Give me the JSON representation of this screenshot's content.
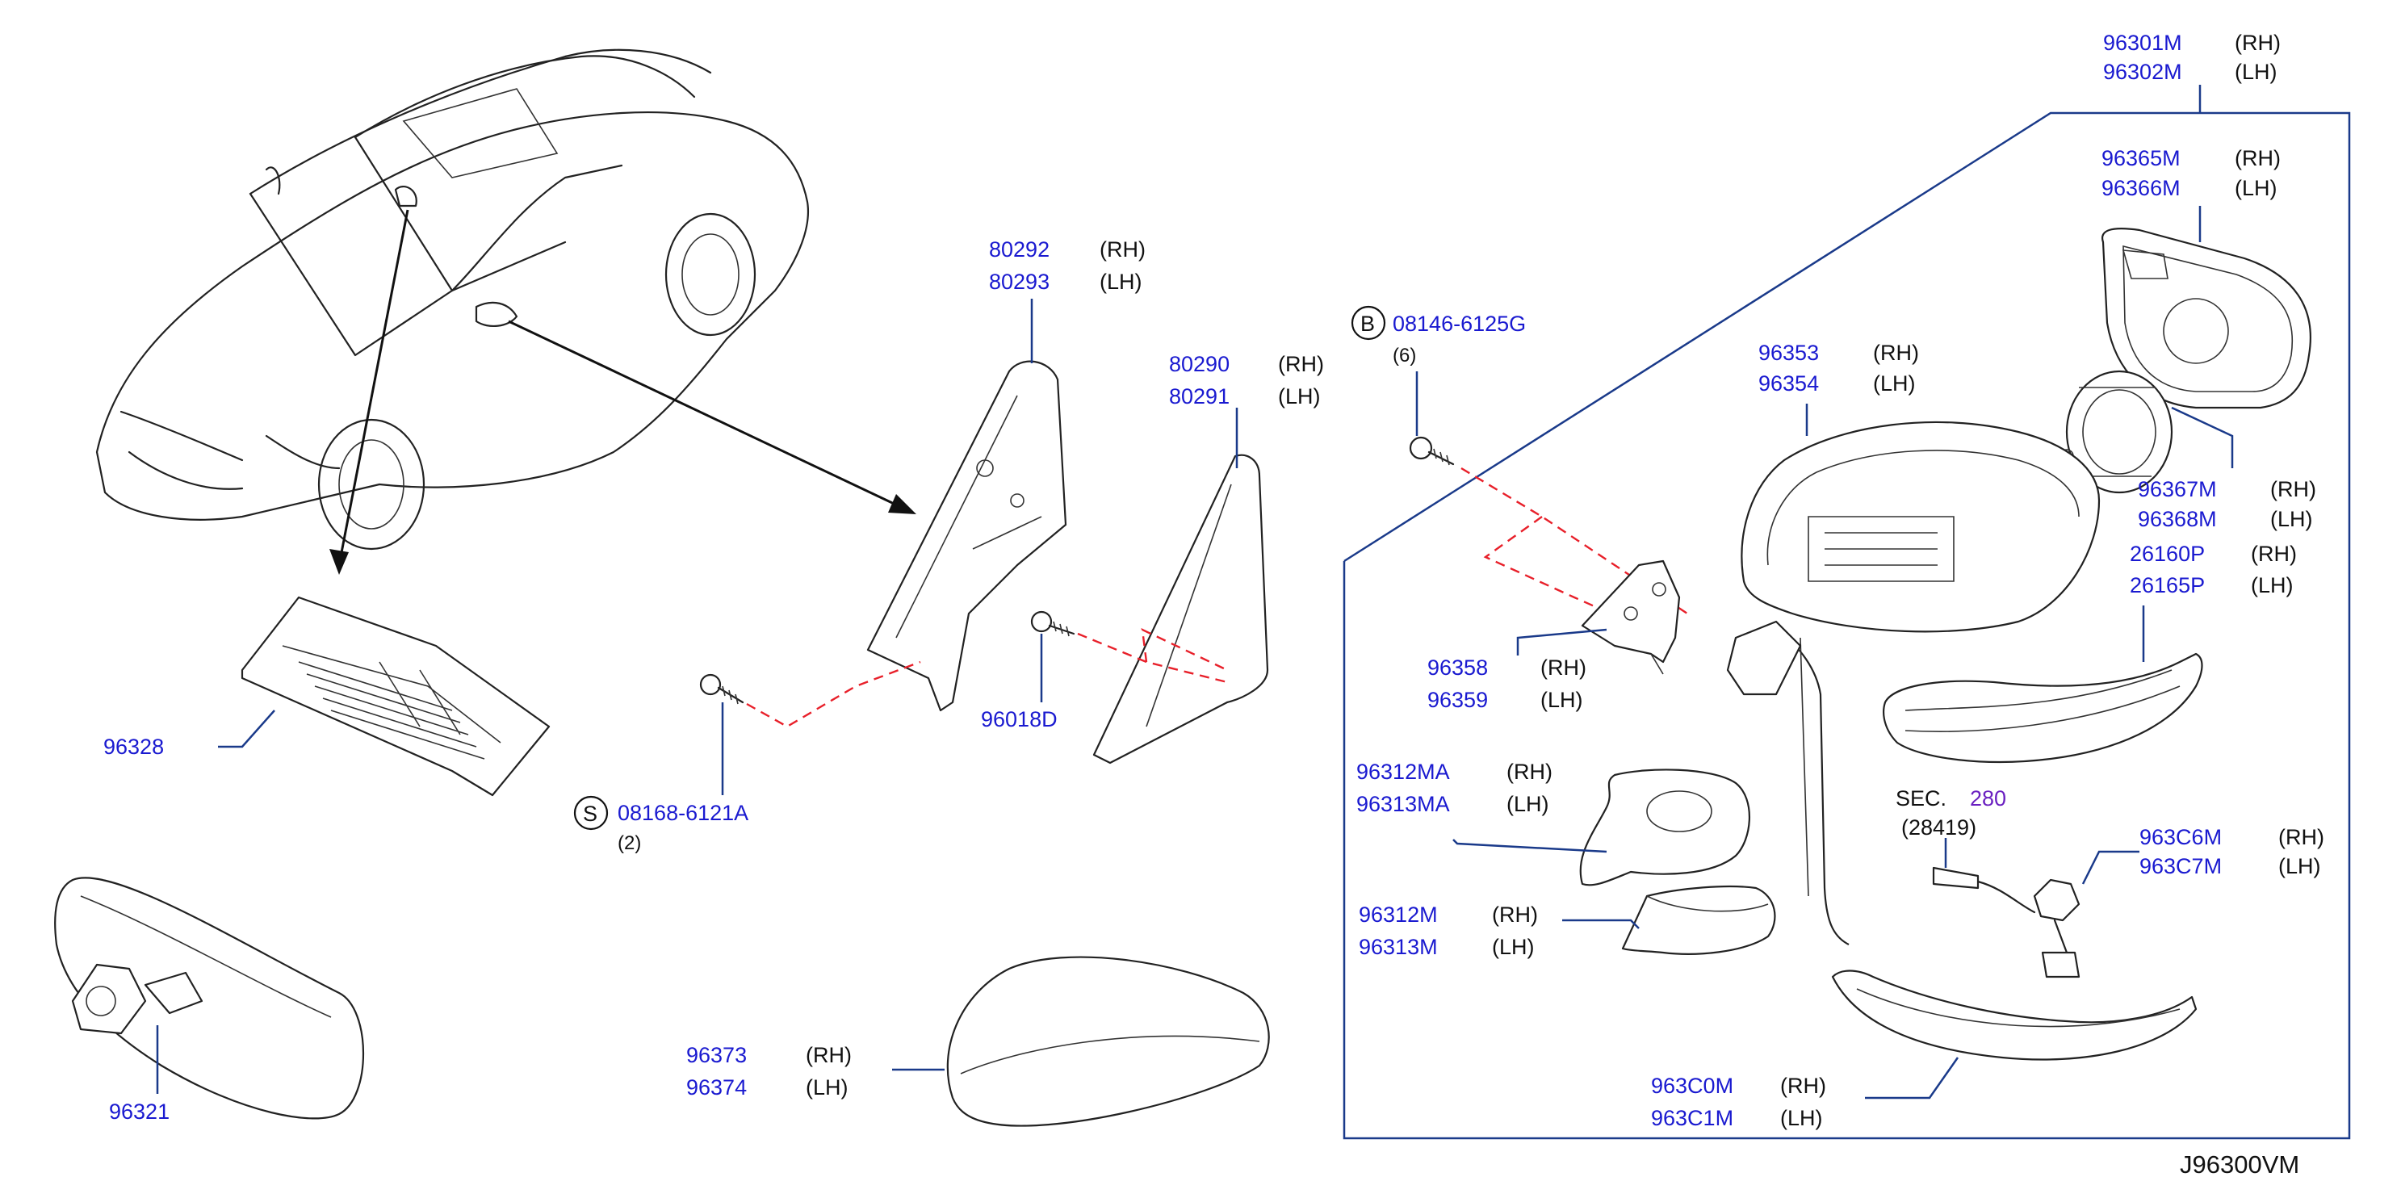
{
  "diagram_code": "J96300VM",
  "callouts": [
    {
      "id": "c1",
      "part": "96301M",
      "side": "(RH)"
    },
    {
      "id": "c2",
      "part": "96302M",
      "side": "(LH)"
    },
    {
      "id": "c3",
      "part": "96365M",
      "side": "(RH)"
    },
    {
      "id": "c4",
      "part": "96366M",
      "side": "(LH)"
    },
    {
      "id": "c5",
      "part": "96353",
      "side": "(RH)"
    },
    {
      "id": "c6",
      "part": "96354",
      "side": "(LH)"
    },
    {
      "id": "c7",
      "part": "96367M",
      "side": "(RH)"
    },
    {
      "id": "c8",
      "part": "96368M",
      "side": "(LH)"
    },
    {
      "id": "c9",
      "part": "26160P",
      "side": "(RH)"
    },
    {
      "id": "c10",
      "part": "26165P",
      "side": "(LH)"
    },
    {
      "id": "c11",
      "part": "96358",
      "side": "(RH)"
    },
    {
      "id": "c12",
      "part": "96359",
      "side": "(LH)"
    },
    {
      "id": "c13",
      "part": "96312MA",
      "side": "(RH)"
    },
    {
      "id": "c14",
      "part": "96313MA",
      "side": "(LH)"
    },
    {
      "id": "c15",
      "part": "96312M",
      "side": "(RH)"
    },
    {
      "id": "c16",
      "part": "96313M",
      "side": "(LH)"
    },
    {
      "id": "c17",
      "part": "963C6M",
      "side": "(RH)"
    },
    {
      "id": "c18",
      "part": "963C7M",
      "side": "(LH)"
    },
    {
      "id": "c19",
      "part": "963C0M",
      "side": "(RH)"
    },
    {
      "id": "c20",
      "part": "963C1M",
      "side": "(LH)"
    },
    {
      "id": "c21",
      "part": "80292",
      "side": "(RH)"
    },
    {
      "id": "c22",
      "part": "80293",
      "side": "(LH)"
    },
    {
      "id": "c23",
      "part": "80290",
      "side": "(RH)"
    },
    {
      "id": "c24",
      "part": "80291",
      "side": "(LH)"
    },
    {
      "id": "c25",
      "part": "96373",
      "side": "(RH)"
    },
    {
      "id": "c26",
      "part": "96374",
      "side": "(LH)"
    },
    {
      "id": "c27",
      "part": "96328",
      "side": ""
    },
    {
      "id": "c28",
      "part": "96321",
      "side": ""
    },
    {
      "id": "c29",
      "part": "96018D",
      "side": ""
    }
  ],
  "fasteners": [
    {
      "id": "f1",
      "marker": "B",
      "part": "08146-6125G",
      "qty": "(6)"
    },
    {
      "id": "f2",
      "marker": "S",
      "part": "08168-6121A",
      "qty": "(2)"
    }
  ],
  "section_ref": {
    "label": "SEC.",
    "number": "280",
    "sub": "(28419)"
  },
  "colors": {
    "part_number": "#1a1ad0",
    "leader": "#1a3a8a",
    "dashed_fastener_path": "#e8202a",
    "section_number": "#6a1fc0",
    "linework": "#222222"
  }
}
